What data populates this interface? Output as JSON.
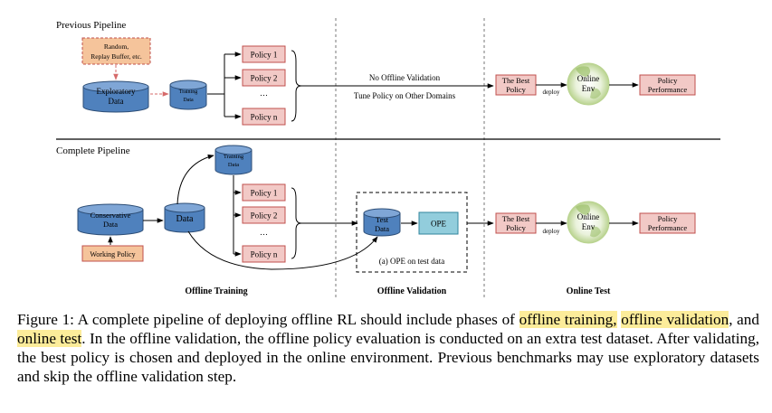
{
  "figure": {
    "previous_pipeline": {
      "title": "Previous Pipeline",
      "source_box": [
        "Random,",
        "Replay Buffer, etc."
      ],
      "dataset": [
        "Exploratory",
        "Data"
      ],
      "training_data": [
        "Training",
        "Data"
      ],
      "policies": [
        "Policy 1",
        "Policy 2",
        "…",
        "Policy n"
      ],
      "arrow_top": "No Offline Validation",
      "arrow_bottom": "Tune Policy on Other Domains",
      "best_policy": [
        "The Best",
        "Policy"
      ],
      "deploy": "deploy",
      "online_env": [
        "Online",
        "Env"
      ],
      "performance": [
        "Policy",
        "Performance"
      ]
    },
    "complete_pipeline": {
      "title": "Complete Pipeline",
      "dataset": [
        "Conservative",
        "Data"
      ],
      "working_policy": "Working Policy",
      "data": "Data",
      "training_data": [
        "Training",
        "Data"
      ],
      "policies": [
        "Policy 1",
        "Policy 2",
        "…",
        "Policy n"
      ],
      "test_data": [
        "Test",
        "Data"
      ],
      "ope": "OPE",
      "ope_caption": "(a) OPE on test data",
      "best_policy": [
        "The Best",
        "Policy"
      ],
      "deploy": "deploy",
      "online_env": [
        "Online",
        "Env"
      ],
      "performance": [
        "Policy",
        "Performance"
      ]
    },
    "phases": [
      "Offline Training",
      "Offline Validation",
      "Online Test"
    ]
  },
  "caption": {
    "label": "Figure 1:",
    "t1": " A complete pipeline of deploying offline RL should include phases of ",
    "h1": "offline training,",
    "t2": " ",
    "h2": "offline validation",
    "t3": ", and ",
    "h3": "online test",
    "t4": ". In the offline validation, the offline policy evaluation is conducted on an extra test dataset.  After validating, the best policy is chosen and deployed in the online environment. Previous benchmarks may use exploratory datasets and skip the offline validation step."
  },
  "colors": {
    "policy_fill": "#f2c9c6",
    "policy_stroke": "#c0504d",
    "source_fill": "#f5c49b",
    "database_fill": "#4f81bd",
    "ope_fill": "#92cddc",
    "highlight": "#fcec9a",
    "env_fill": "#c4d9a0"
  }
}
